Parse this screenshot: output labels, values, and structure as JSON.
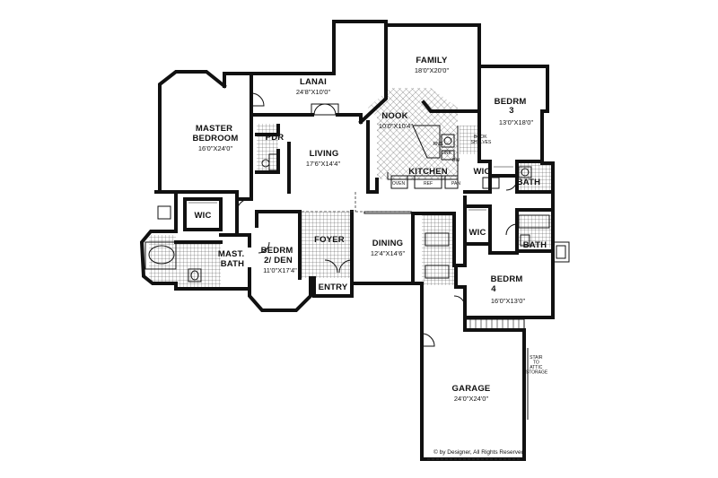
{
  "plan": {
    "rooms": [
      {
        "id": "family",
        "name": "FAMILY",
        "size": "18'0\"X20'0\""
      },
      {
        "id": "lanai",
        "name": "LANAI",
        "size": "24'8\"X10'0\""
      },
      {
        "id": "bedroom3",
        "name": "BEDRM\n3",
        "size": "13'0\"X18'0\""
      },
      {
        "id": "master",
        "name": "MASTER\nBEDROOM",
        "size": "16'0\"X24'0\""
      },
      {
        "id": "nook",
        "name": "NOOK",
        "size": "10'0\"X10'4\""
      },
      {
        "id": "living",
        "name": "LIVING",
        "size": "17'6\"X14'4\""
      },
      {
        "id": "kitchen",
        "name": "KITCHEN",
        "size": ""
      },
      {
        "id": "dining",
        "name": "DINING",
        "size": "12'4\"X14'6\""
      },
      {
        "id": "bedroom2",
        "name": "BEDRM\n2/ DEN",
        "size": "11'0\"X17'4\""
      },
      {
        "id": "bedroom4",
        "name": "BEDRM\n4",
        "size": "16'0\"X13'0\""
      },
      {
        "id": "garage",
        "name": "GARAGE",
        "size": "24'0\"X24'0\""
      }
    ],
    "labels": {
      "pdr": "PDR",
      "wic_master": "WIC",
      "wic_bed3": "WIC",
      "wic_bed4": "WIC",
      "mast_bath": "MAST.\nBATH",
      "foyer": "FOYER",
      "entry": "ENTRY",
      "bath": "BATH",
      "bath2": "BATH",
      "book_shelves": "BOOK\nSHELVES",
      "oven": "OVEN",
      "ref": "REF",
      "pan": "PAN",
      "sink": "SINK",
      "rng": "RNG",
      "dw": "DW",
      "stair": "STAIR\nTO\nATTIC\nSTORAGE"
    },
    "copyright": "© by Designer, All Rights Reserved"
  }
}
